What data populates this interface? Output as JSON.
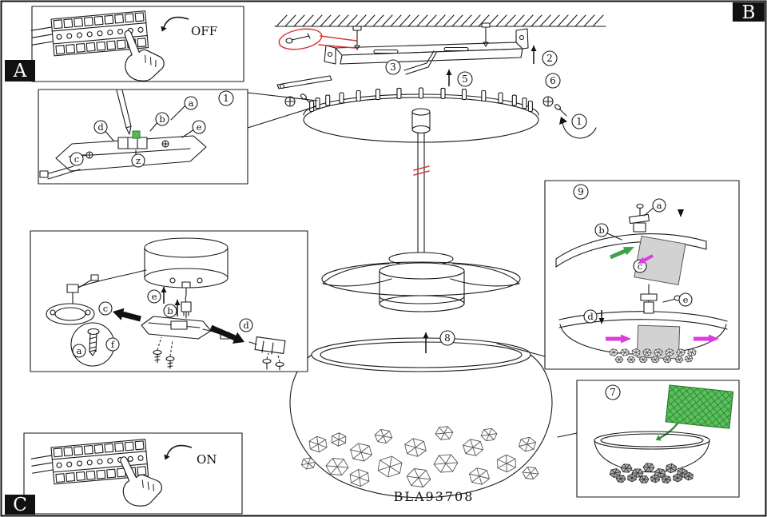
{
  "corners": {
    "a": "A",
    "b": "B",
    "c": "C"
  },
  "switch": {
    "off": "OFF",
    "on": "ON"
  },
  "steps": {
    "s1": "1",
    "s2": "2",
    "s3": "3",
    "s5": "5",
    "s6": "6",
    "s7": "7",
    "s8": "8",
    "s9": "9"
  },
  "p2": {
    "a": "a",
    "b": "b",
    "c": "c",
    "d": "d",
    "e": "e",
    "z": "z"
  },
  "p3": {
    "a": "a",
    "b": "b",
    "c": "c",
    "d": "d",
    "e": "e",
    "f": "f"
  },
  "p9": {
    "a": "a",
    "b": "b",
    "c": "c",
    "d": "d",
    "e": "e"
  },
  "model": {
    "number": "BLA93708"
  },
  "colors": {
    "line": "#1a1a1a",
    "accent_red": "#d43b3b",
    "accent_green": "#3da24a",
    "accent_magenta": "#dc3ddc",
    "sheet_green": "#5abf5c",
    "panel_gray": "#d2d2d2"
  }
}
